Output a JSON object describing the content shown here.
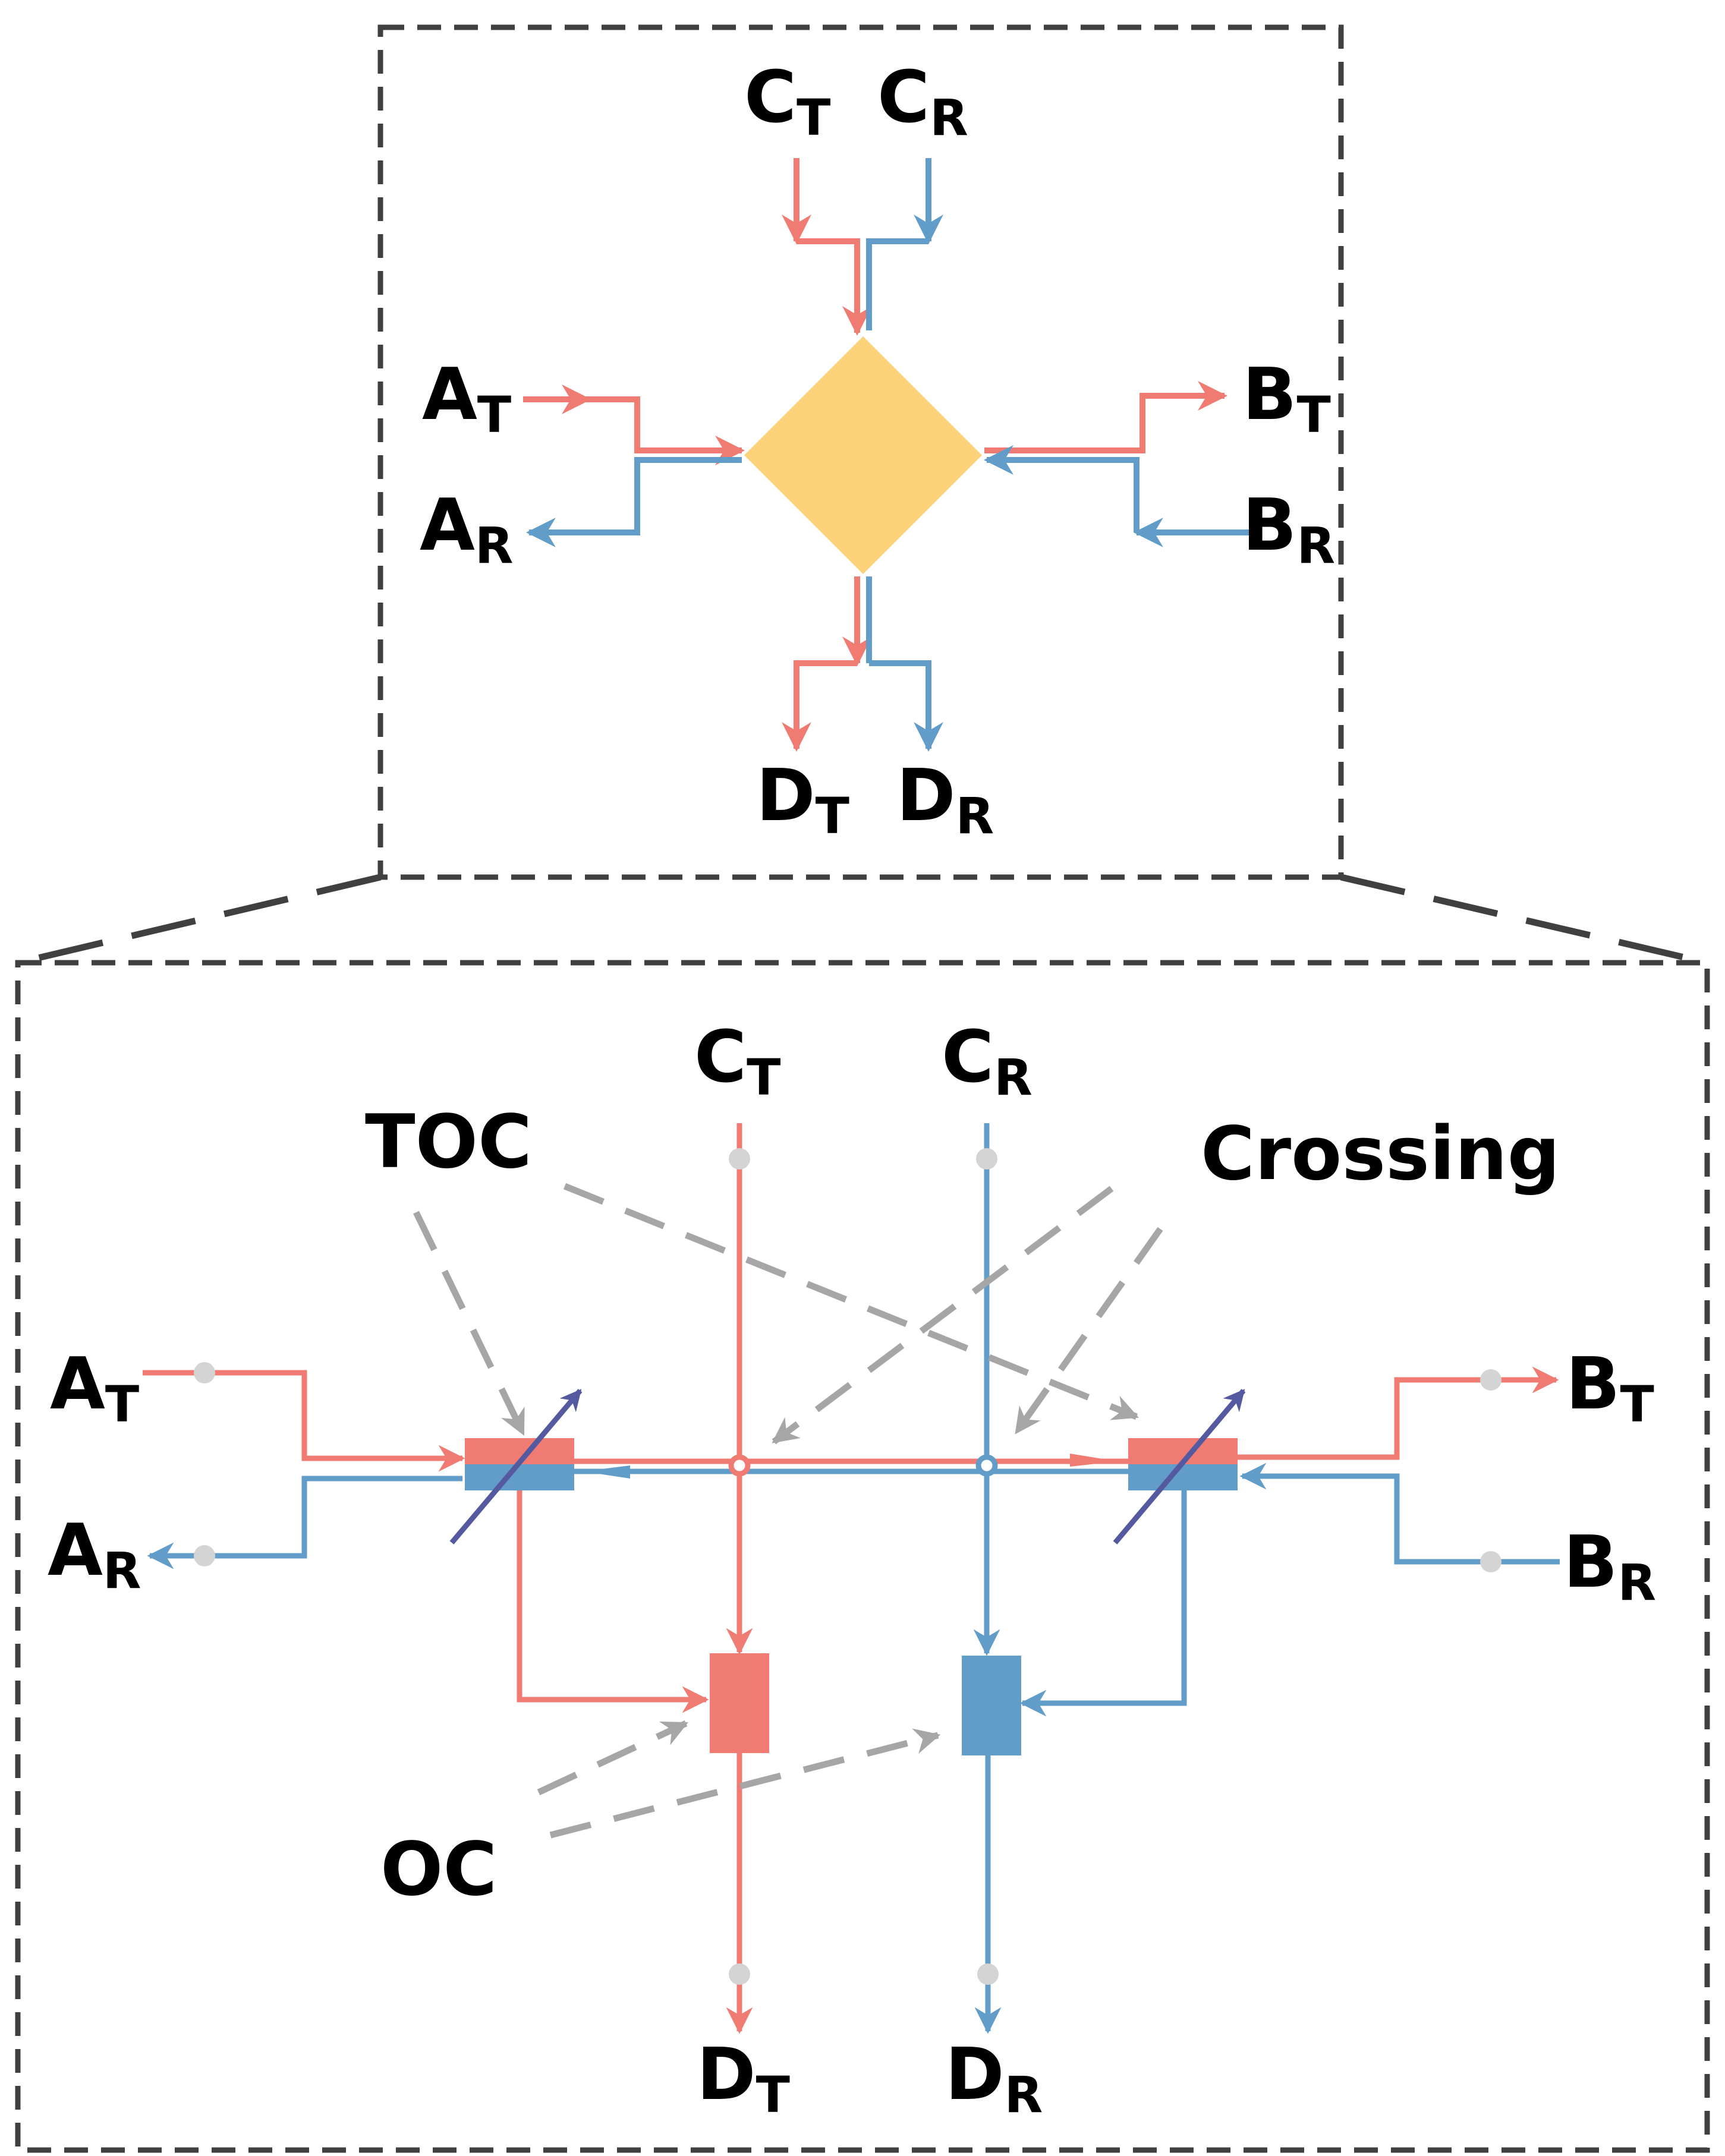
{
  "colors": {
    "transmit": "#ef7b72",
    "receive": "#629cc9",
    "router": "#fbd277",
    "toc_bar": "#555aa0",
    "pointer": "#a6a6a6",
    "border": "#404040",
    "port_dot": "#d4d4d4"
  },
  "top": {
    "ports": {
      "ct": {
        "main": "C",
        "sub": "T"
      },
      "cr": {
        "main": "C",
        "sub": "R"
      },
      "at": {
        "main": "A",
        "sub": "T"
      },
      "ar": {
        "main": "A",
        "sub": "R"
      },
      "bt": {
        "main": "B",
        "sub": "T"
      },
      "br": {
        "main": "B",
        "sub": "R"
      },
      "dt": {
        "main": "D",
        "sub": "T"
      },
      "dr": {
        "main": "D",
        "sub": "R"
      }
    }
  },
  "bottom": {
    "ports": {
      "ct": {
        "main": "C",
        "sub": "T"
      },
      "cr": {
        "main": "C",
        "sub": "R"
      },
      "at": {
        "main": "A",
        "sub": "T"
      },
      "ar": {
        "main": "A",
        "sub": "R"
      },
      "bt": {
        "main": "B",
        "sub": "T"
      },
      "br": {
        "main": "B",
        "sub": "R"
      },
      "dt": {
        "main": "D",
        "sub": "T"
      },
      "dr": {
        "main": "D",
        "sub": "R"
      }
    },
    "callouts": {
      "toc": "TOC",
      "crossing": "Crossing",
      "oc": "OC"
    }
  }
}
